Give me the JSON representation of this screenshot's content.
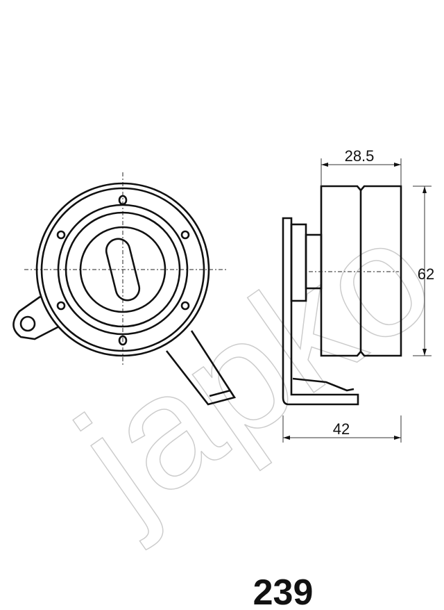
{
  "watermark": "japko",
  "dimensions": {
    "width_pulley": "28.5",
    "diameter": "62",
    "overall_depth": "42"
  },
  "part_number": "239",
  "colors": {
    "line": "#111111",
    "background": "#ffffff"
  }
}
